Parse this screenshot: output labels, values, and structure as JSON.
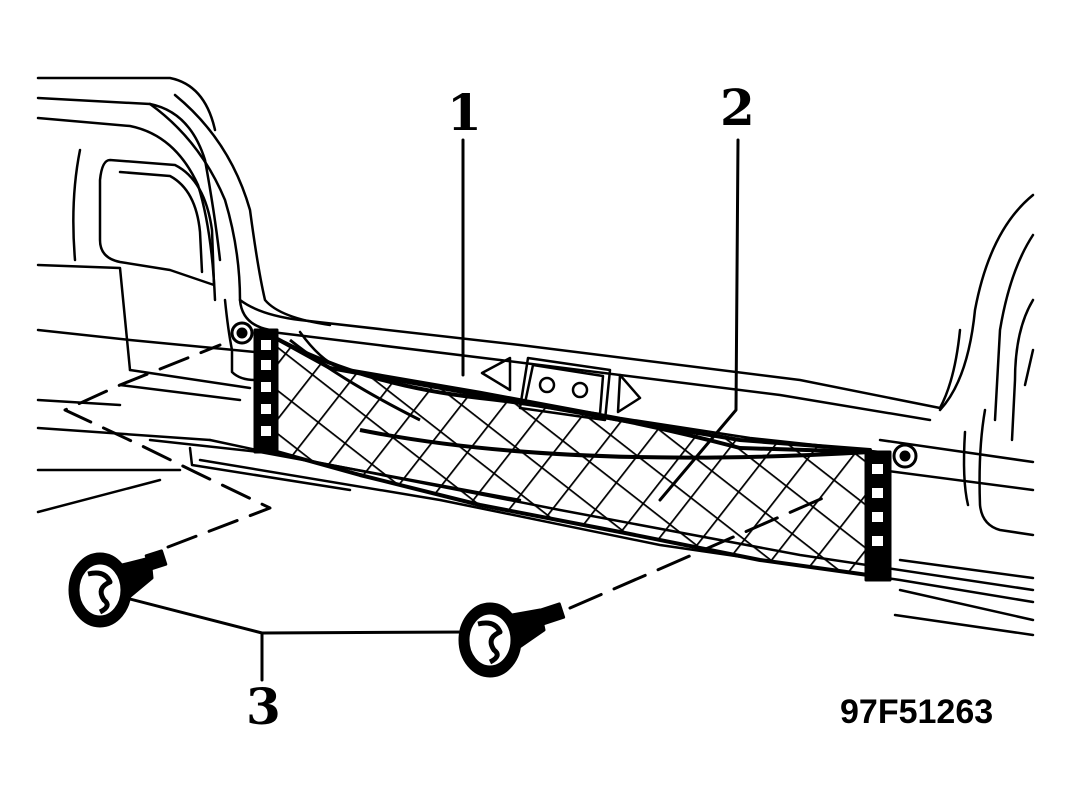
{
  "callouts": {
    "one": "1",
    "two": "2",
    "three": "3"
  },
  "figure_id": "97F51263",
  "colors": {
    "ink": "#000000",
    "paper": "#ffffff"
  }
}
